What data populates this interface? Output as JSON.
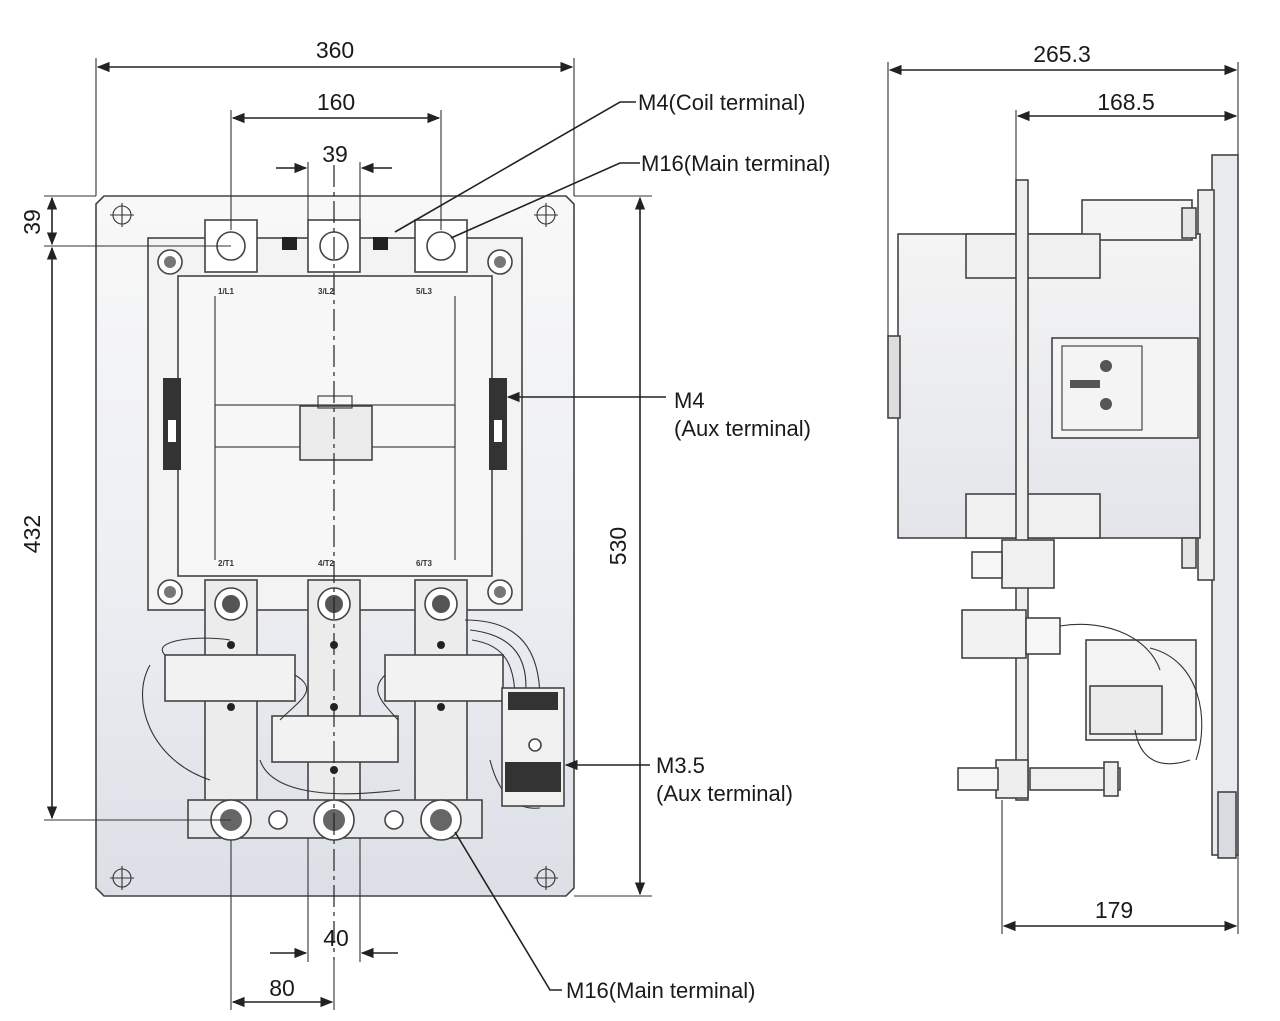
{
  "dimensions": {
    "front_width": "360",
    "terminal_pitch_outer": "160",
    "terminal_pitch_inner": "39",
    "top_offset": "39",
    "mount_height": "432",
    "overall_height": "530",
    "bottom_pitch_40": "40",
    "bottom_pitch_80": "80",
    "side_depth": "265.3",
    "side_depth_inner": "168.5",
    "side_bottom": "179"
  },
  "callouts": {
    "coil_terminal": "M4(Coil terminal)",
    "main_terminal_top": "M16(Main terminal)",
    "aux_m4_line1": "M4",
    "aux_m4_line2": "(Aux terminal)",
    "aux_m35_line1": "M3.5",
    "aux_m35_line2": "(Aux terminal)",
    "main_terminal_bottom": "M16(Main terminal)"
  },
  "terminal_markings": {
    "top_l1": "1/L1",
    "top_l2": "3/L2",
    "top_l3": "5/L3",
    "bottom_t1": "2/T1",
    "bottom_t2": "4/T2",
    "bottom_t3": "6/T3"
  },
  "colors": {
    "line": "#222222",
    "panel_top": "#f6f6f6",
    "panel_bottom": "#dfe2e8"
  }
}
